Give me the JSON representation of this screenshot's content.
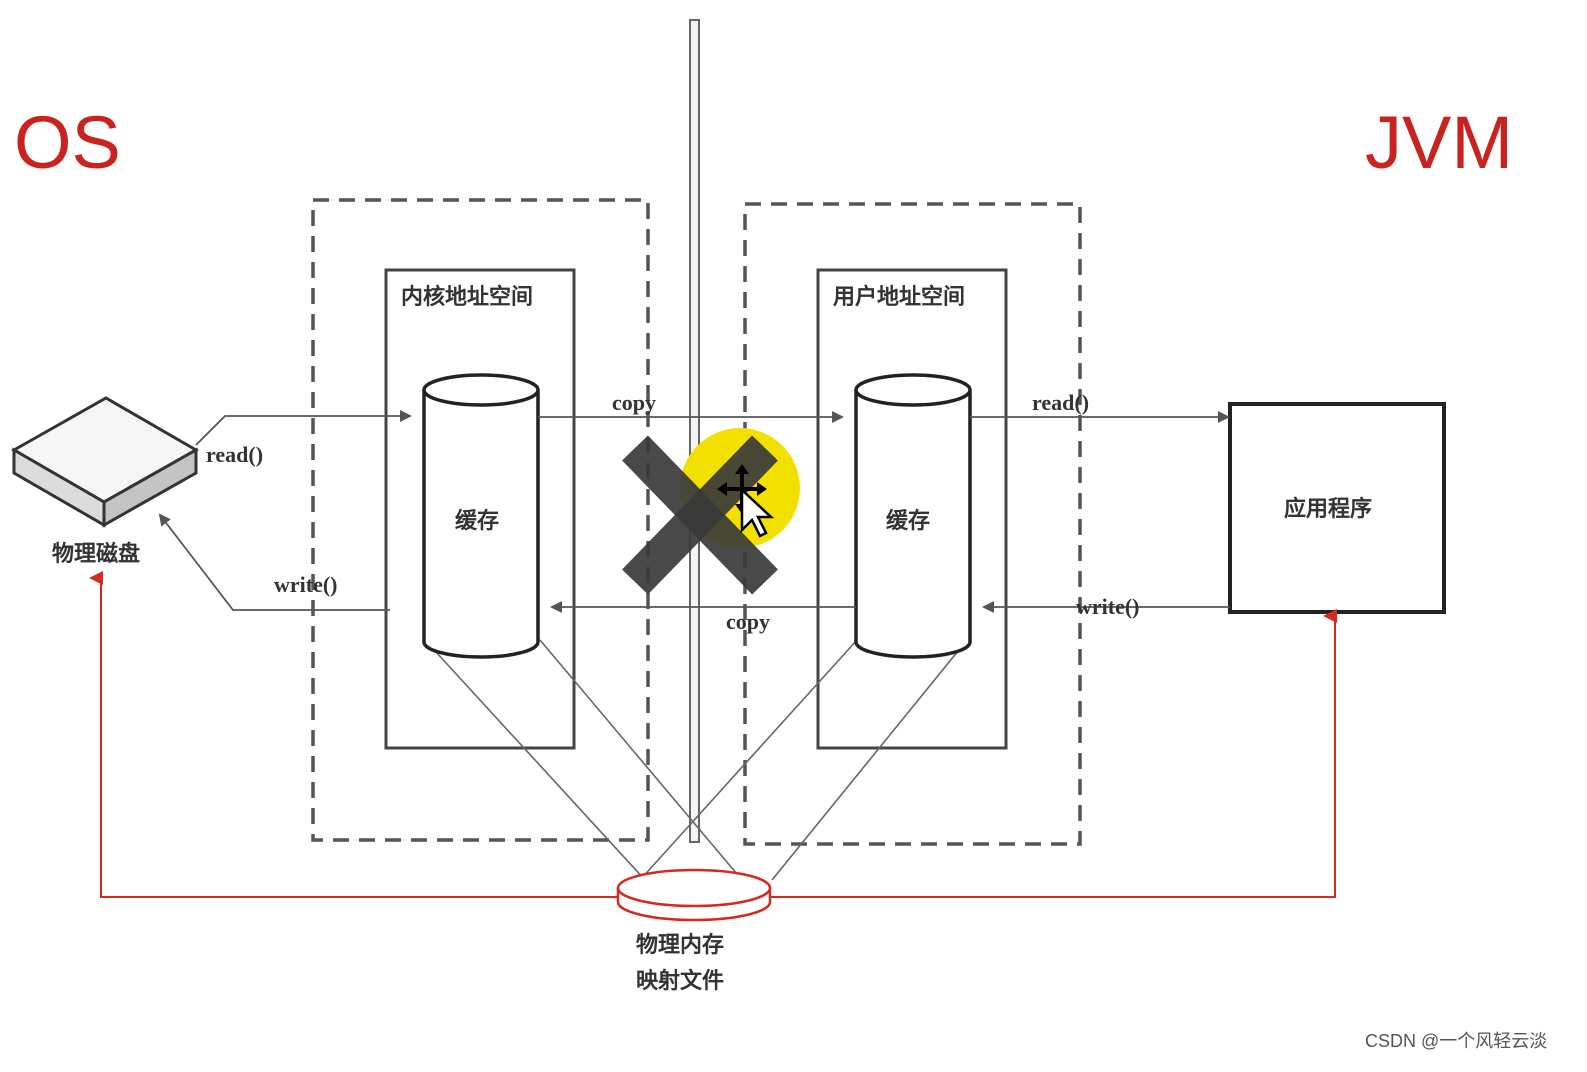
{
  "labels": {
    "os": "OS",
    "jvm": "JVM",
    "kernel_space": "内核地址空间",
    "user_space": "用户地址空间",
    "kernel_cache": "缓存",
    "user_cache": "缓存",
    "app": "应用程序",
    "disk": "物理磁盘",
    "mmap_line1": "物理内存",
    "mmap_line2": "映射文件",
    "read_disk": "read()",
    "write_disk": "write()",
    "copy_top": "copy",
    "copy_bottom": "copy",
    "read_app": "read()",
    "write_app": "write()"
  },
  "watermark": "CSDN @一个风轻云淡",
  "colors": {
    "accent_red": "#c8231e",
    "line_gray": "#555555",
    "cursor_highlight": "#f2e000",
    "cross": "#3a3a3a"
  },
  "icons": {
    "cross": "x-mark-icon",
    "cursor": "move-cursor-icon"
  }
}
